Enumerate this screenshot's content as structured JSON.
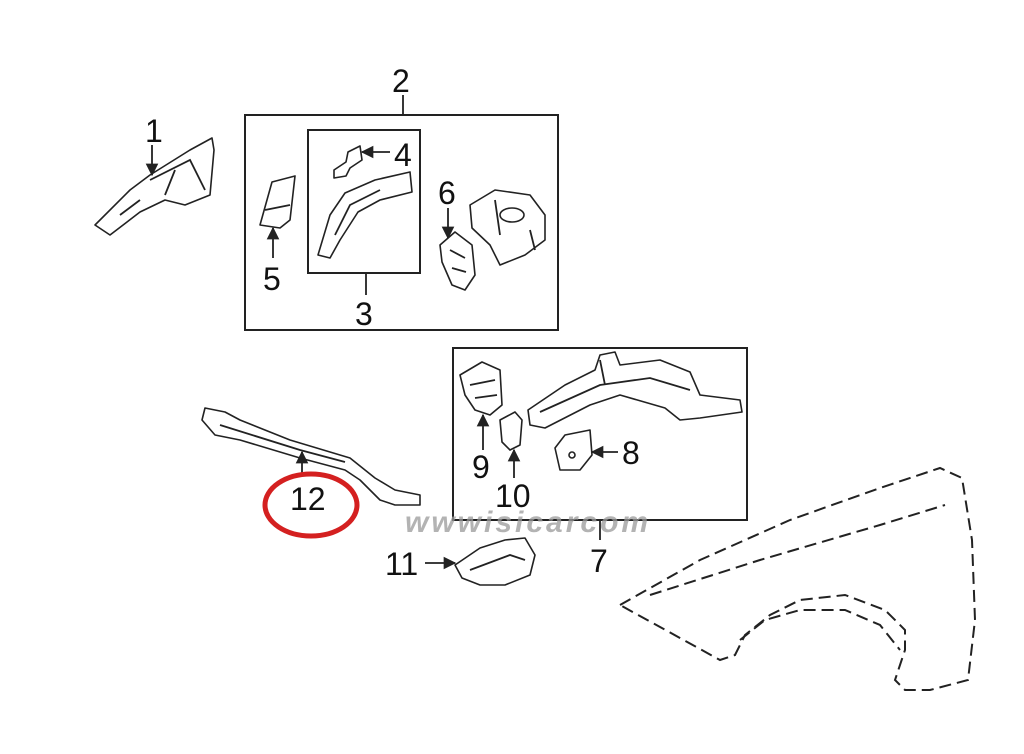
{
  "callouts": [
    "1",
    "2",
    "3",
    "4",
    "5",
    "6",
    "7",
    "8",
    "9",
    "10",
    "11",
    "12"
  ],
  "highlight_color": "#d42020",
  "highlighted_callout": "12",
  "watermark": "wwwisicarcom"
}
